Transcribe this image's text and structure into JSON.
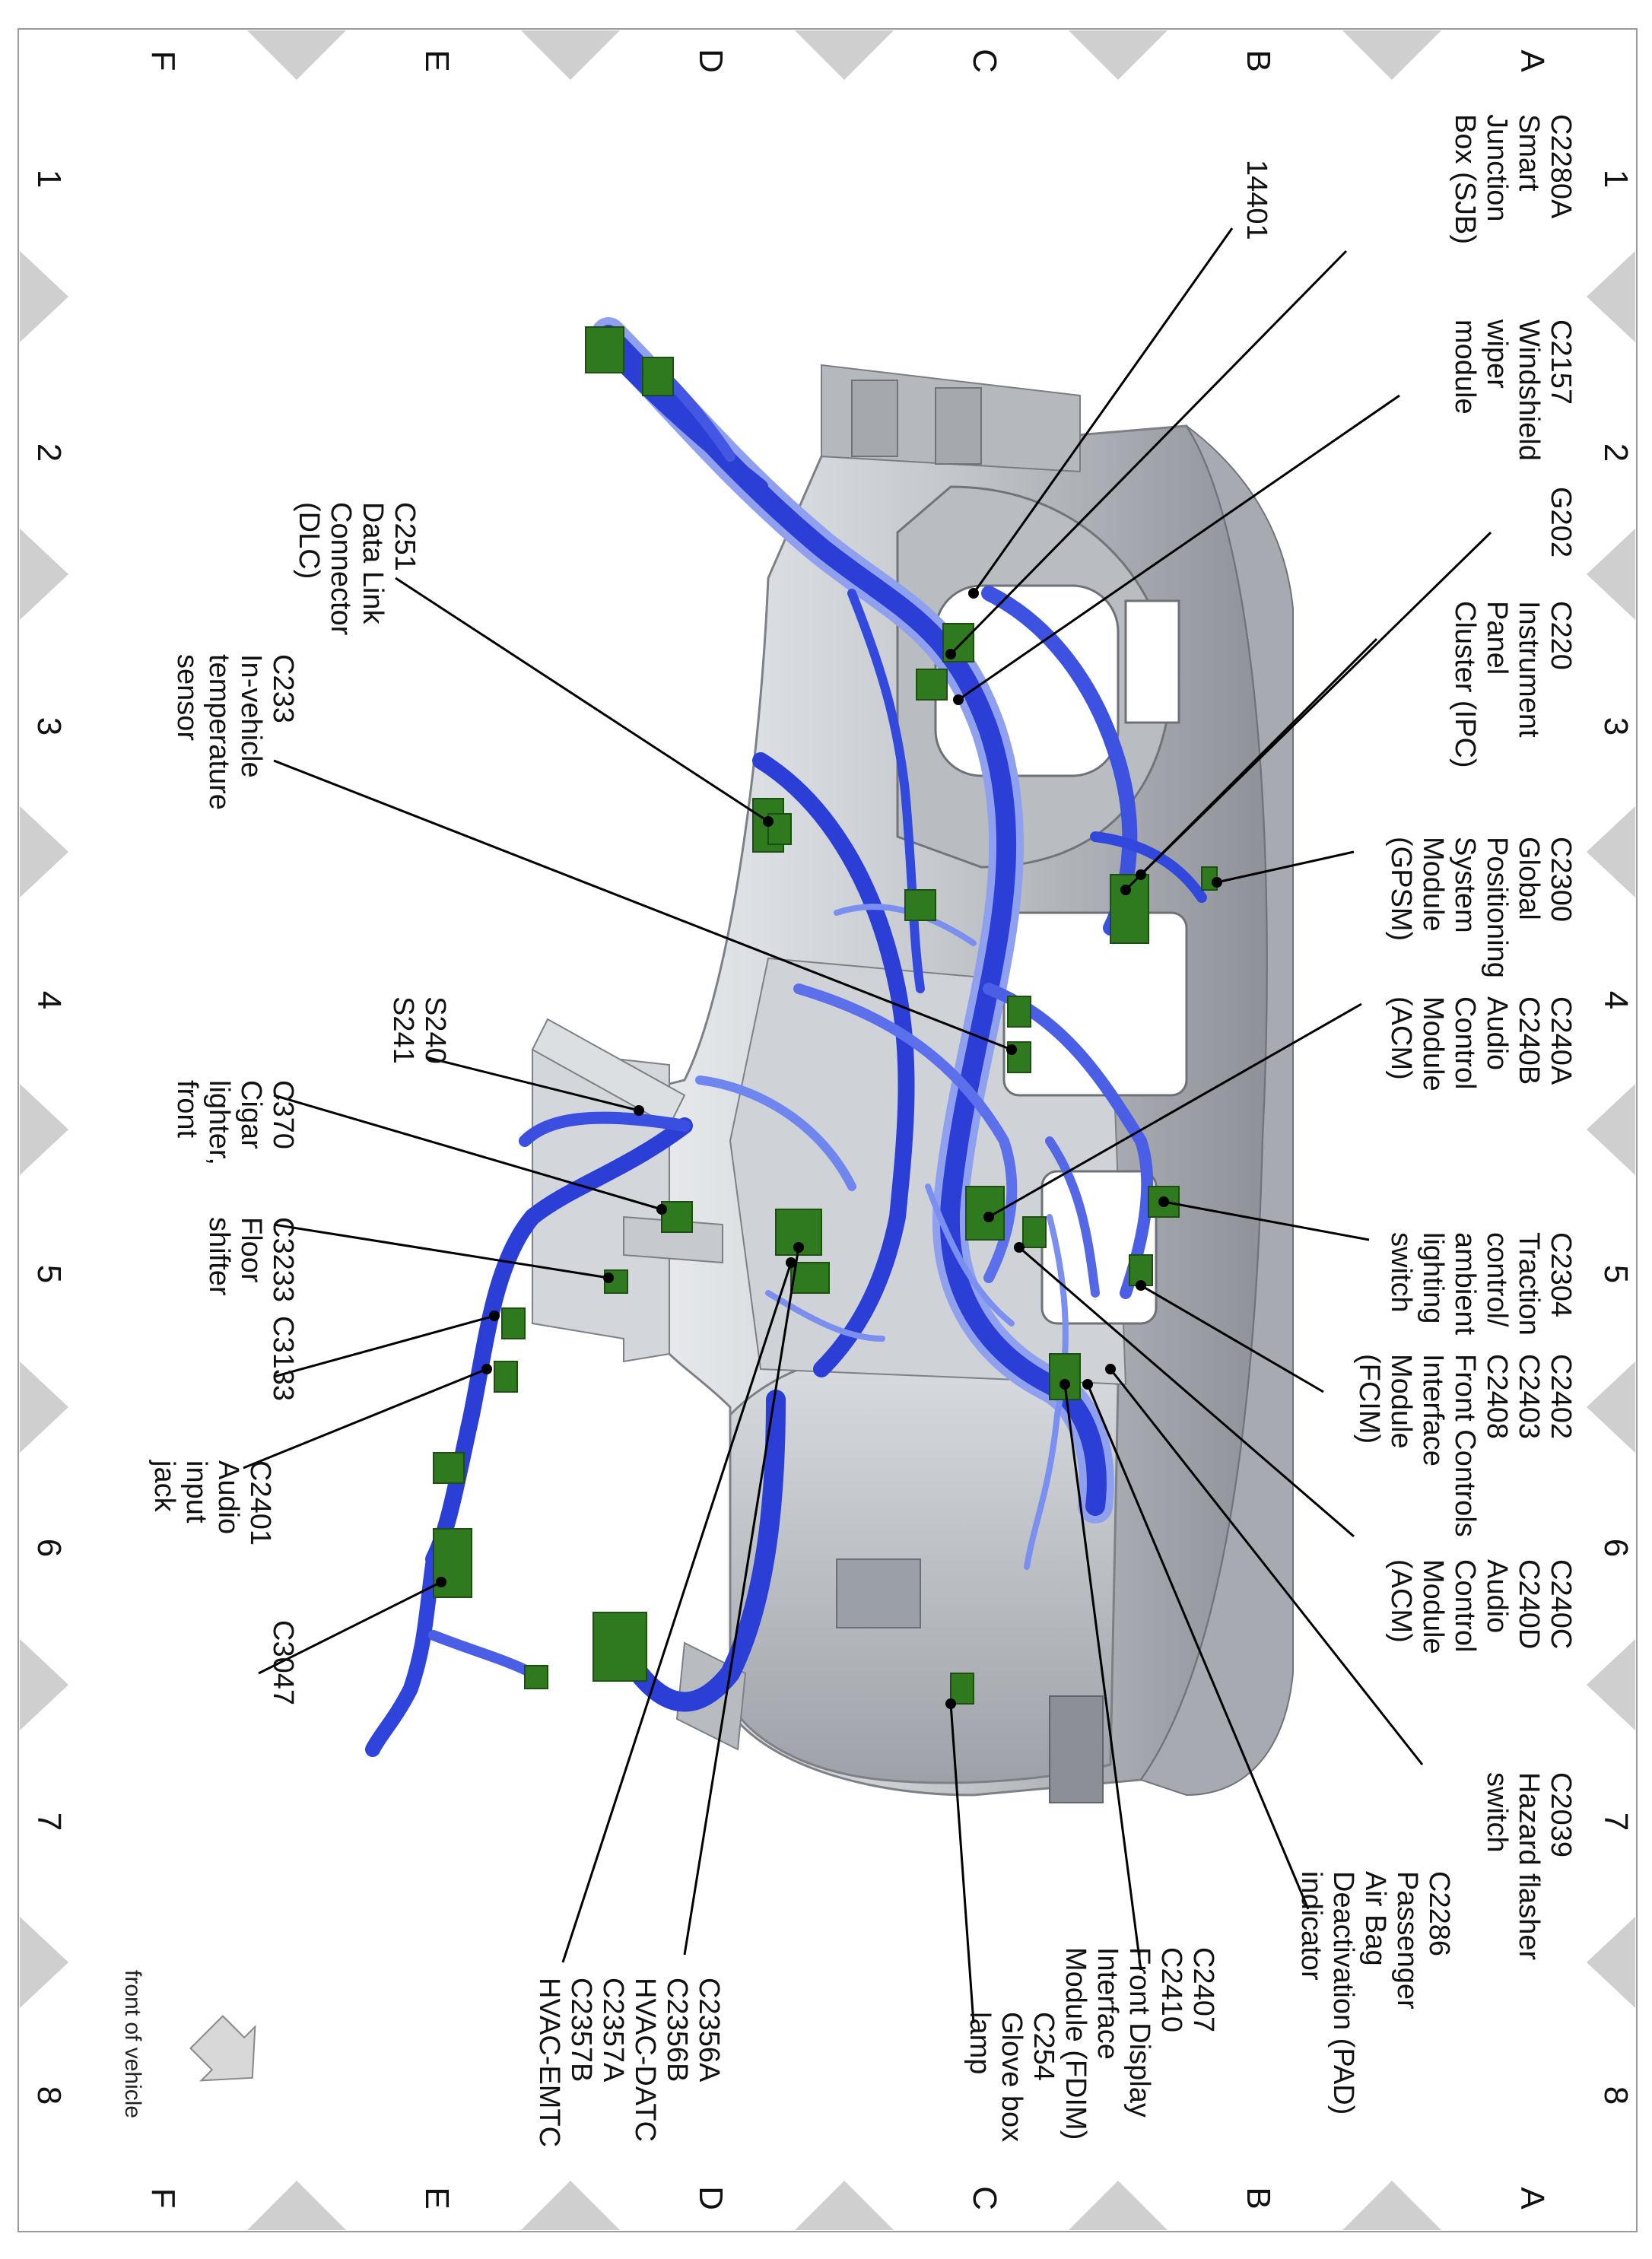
{
  "grid": {
    "row_letters": [
      "A",
      "B",
      "C",
      "D",
      "E",
      "F"
    ],
    "col_numbers": [
      "1",
      "2",
      "3",
      "4",
      "5",
      "6",
      "7",
      "8"
    ]
  },
  "callouts": {
    "c2280a": [
      "C2280A",
      "Smart",
      "Junction",
      "Box (SJB)"
    ],
    "c14401": [
      "14401"
    ],
    "c2157": [
      "C2157",
      "Windshield",
      "wiper",
      "module"
    ],
    "g202": [
      "G202"
    ],
    "c220": [
      "C220",
      "Instrument",
      "Panel",
      "Cluster (IPC)"
    ],
    "c2300": [
      "C2300",
      "Global",
      "Positioning",
      "System",
      "Module",
      "(GPSM)"
    ],
    "c240a": [
      "C240A",
      "C240B",
      "Audio",
      "Control",
      "Module",
      "(ACM)"
    ],
    "c2304": [
      "C2304",
      "Traction",
      "control/",
      "ambient",
      "lighting",
      "switch"
    ],
    "c2402": [
      "C2402",
      "C2403",
      "C2408",
      "Front Controls",
      "Interface",
      "Module",
      "(FCIM)"
    ],
    "c240c": [
      "C240C",
      "C240D",
      "Audio",
      "Control",
      "Module",
      "(ACM)"
    ],
    "c2039": [
      "C2039",
      "Hazard flasher",
      "switch"
    ],
    "c2286": [
      "C2286",
      "Passenger",
      "Air Bag",
      "Deactivation (PAD)",
      "indicator"
    ],
    "c2407": [
      "C2407",
      "C2410",
      "Front Display",
      "Interface",
      "Module (FDIM)"
    ],
    "c254": [
      "C254",
      "Glove box",
      "lamp"
    ],
    "c2356": [
      "C2356A",
      "C2356B",
      "HVAC-DATC",
      "C2357A",
      "C2357B",
      "HVAC-EMTC"
    ],
    "c3047": [
      "C3047"
    ],
    "c2401": [
      "C2401",
      "Audio",
      "input",
      "jack"
    ],
    "c3133": [
      "C3133"
    ],
    "c3233": [
      "C3233",
      "Floor",
      "shifter"
    ],
    "c370": [
      "C370",
      "Cigar",
      "lighter,",
      "front"
    ],
    "s240": [
      "S240",
      "S241"
    ],
    "c233": [
      "C233",
      "In-vehicle",
      "temperature",
      "sensor"
    ],
    "c251": [
      "C251",
      "Data Link",
      "Connector",
      "(DLC)"
    ]
  },
  "orientation": {
    "label": "front of vehicle"
  },
  "colors": {
    "harness": "#2b3fd6",
    "harness_light": "#6f86ee",
    "connector": "#2f7a1e",
    "panel": "#c9ccd1",
    "panel_dark": "#8d9197",
    "grid_triangle": "#cfcfcf"
  }
}
